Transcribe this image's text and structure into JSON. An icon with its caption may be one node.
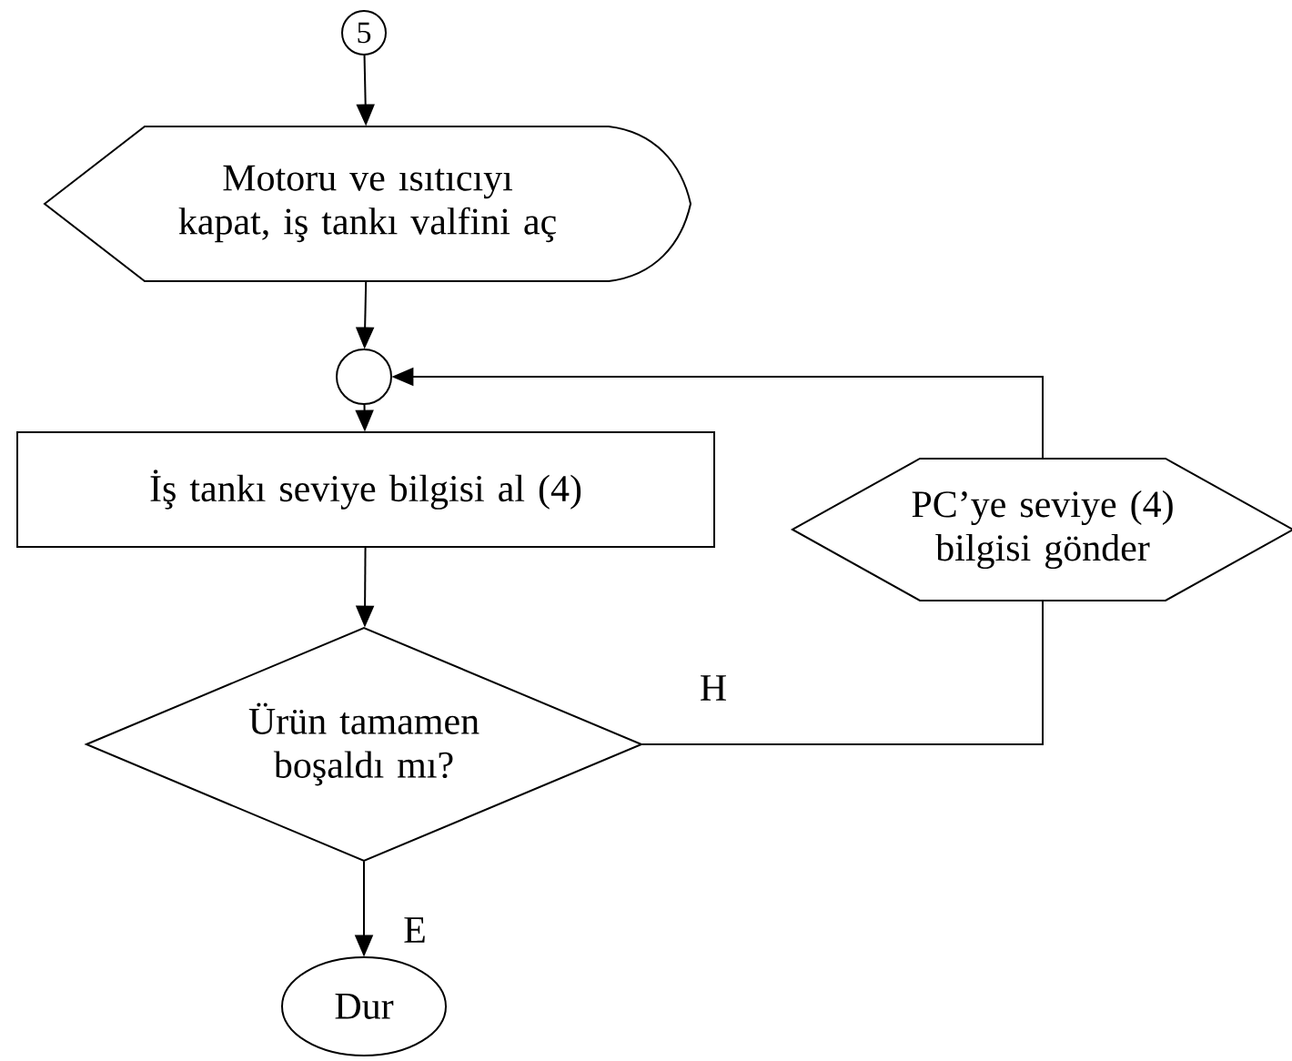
{
  "diagram": {
    "nodes": [
      {
        "text": [
          "5"
        ]
      },
      {
        "text": [
          "Motoru ve ısıtıcıyı kapat, iş tankı valfini aç"
        ]
      },
      {
        "text": [],
        "shape": "circle"
      },
      {
        "text": [
          "İş tankı seviye bilgisi al (4)"
        ]
      },
      {
        "text": [
          "Ürün tamamen boşaldı mı?"
        ]
      },
      {
        "text": [
          "PC’ye seviye (4) bilgisi gönder"
        ]
      },
      {
        "text": [
          "Dur"
        ]
      }
    ],
    "edges": [
      {
        "from": 0,
        "to": 1,
        "arrow": "to"
      },
      {
        "from": 1,
        "to": 2,
        "arrow": "to"
      },
      {
        "from": 2,
        "to": 3,
        "arrow": "to"
      },
      {
        "from": 3,
        "to": 4,
        "arrow": "to"
      },
      {
        "from": 4,
        "to": 5,
        "arrow": "none",
        "label": "H"
      },
      {
        "from": 5,
        "to": 2,
        "arrow": "to"
      },
      {
        "from": 4,
        "to": 6,
        "arrow": "to",
        "label": "E"
      }
    ]
  }
}
